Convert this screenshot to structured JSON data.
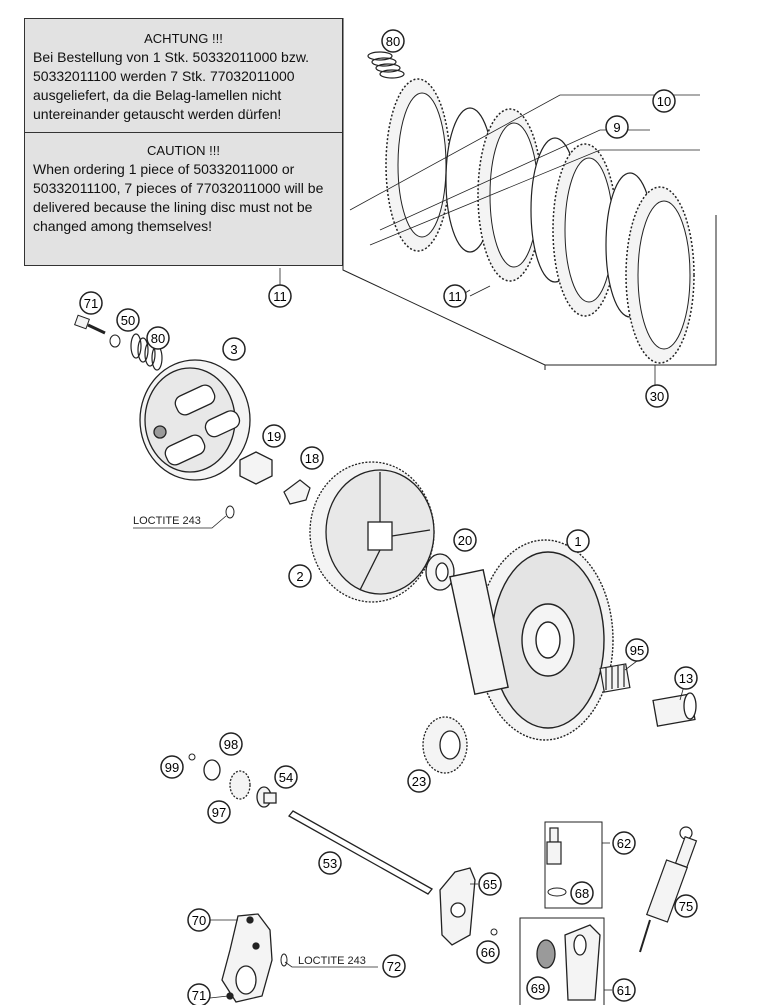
{
  "notice": {
    "de_heading": "ACHTUNG !!!",
    "de_text": "Bei Bestellung von 1 Stk. 50332011000 bzw. 50332011100 werden 7 Stk. 77032011000 ausgeliefert, da die Belag-lamellen nicht untereinander getauscht werden dürfen!",
    "en_heading": "CAUTION !!!",
    "en_text": "When ordering 1 piece of 50332011000 or 50332011100, 7 pieces of 77032011000 will be delivered because the lining disc must not be changed among themselves!"
  },
  "loctite_label": "LOCTITE 243",
  "callouts": {
    "c80a": "80",
    "c10": "10",
    "c9": "9",
    "c11a": "11",
    "c11b": "11",
    "c30": "30",
    "c71a": "71",
    "c50": "50",
    "c80b": "80",
    "c3": "3",
    "c19": "19",
    "c18": "18",
    "c2": "2",
    "c20": "20",
    "c1": "1",
    "c95": "95",
    "c13": "13",
    "c23": "23",
    "c98": "98",
    "c99": "99",
    "c54": "54",
    "c97": "97",
    "c53": "53",
    "c62": "62",
    "c68": "68",
    "c65": "65",
    "c75": "75",
    "c66": "66",
    "c70": "70",
    "c72": "72",
    "c71b": "71",
    "c69": "69",
    "c61": "61"
  },
  "colors": {
    "line": "#222222",
    "panel": "#e2e2e2",
    "part": "#f4f4f4",
    "shade": "#9a9a9a"
  }
}
